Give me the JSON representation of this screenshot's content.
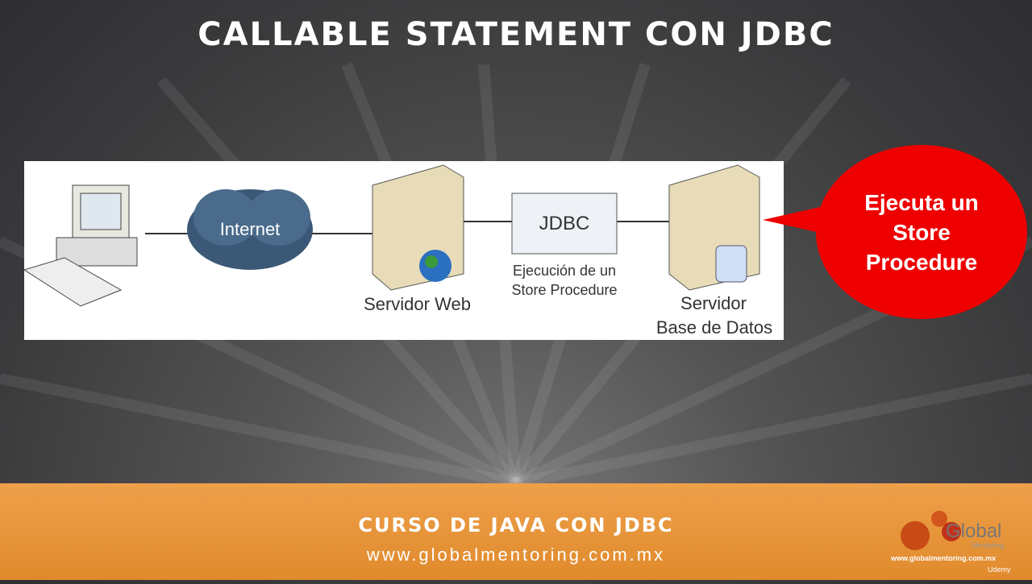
{
  "title": "CALLABLE STATEMENT CON JDBC",
  "diagram": {
    "internet": "Internet",
    "web_server": "Servidor Web",
    "jdbc": "JDBC",
    "jdbc_caption": "Ejecución de un Store Procedure",
    "db_server_1": "Servidor",
    "db_server_2": "Base de Datos"
  },
  "callout": {
    "line1": "Ejecuta un",
    "line2": "Store",
    "line3": "Procedure",
    "color": "#e00000"
  },
  "footer": {
    "course": "CURSO DE JAVA CON JDBC",
    "url": "www.globalmentoring.com.mx"
  },
  "logo": {
    "brand": "Global",
    "sub": "Mentoring",
    "url": "www.globalmentoring.com.mx",
    "platform": "Udemy"
  }
}
